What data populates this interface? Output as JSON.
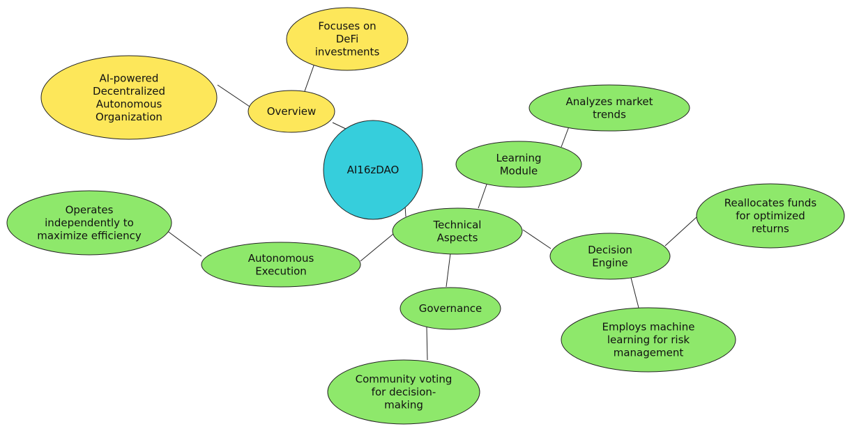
{
  "colors": {
    "root": "#36cedc",
    "overview": "#fde75a",
    "technical": "#8ee86b",
    "stroke": "#222222",
    "edge": "#222222"
  },
  "nodes": {
    "root": {
      "lines": [
        "AI16zDAO"
      ],
      "group": "root"
    },
    "overview": {
      "lines": [
        "Overview"
      ],
      "group": "overview"
    },
    "ai_powered": {
      "lines": [
        "AI-powered",
        "Decentralized",
        "Autonomous",
        "Organization"
      ],
      "group": "overview"
    },
    "defi": {
      "lines": [
        "Focuses on",
        "DeFi",
        "investments"
      ],
      "group": "overview"
    },
    "technical": {
      "lines": [
        "Technical",
        "Aspects"
      ],
      "group": "technical"
    },
    "learning": {
      "lines": [
        "Learning",
        "Module"
      ],
      "group": "technical"
    },
    "analyzes": {
      "lines": [
        "Analyzes market",
        "trends"
      ],
      "group": "technical"
    },
    "decision": {
      "lines": [
        "Decision",
        "Engine"
      ],
      "group": "technical"
    },
    "reallocates": {
      "lines": [
        "Reallocates funds",
        "for optimized",
        "returns"
      ],
      "group": "technical"
    },
    "employs": {
      "lines": [
        "Employs machine",
        "learning for risk",
        "management"
      ],
      "group": "technical"
    },
    "governance": {
      "lines": [
        "Governance"
      ],
      "group": "technical"
    },
    "community": {
      "lines": [
        "Community voting",
        "for decision-",
        "making"
      ],
      "group": "technical"
    },
    "autonomous": {
      "lines": [
        "Autonomous",
        "Execution"
      ],
      "group": "technical"
    },
    "operates": {
      "lines": [
        "Operates",
        "independently to",
        "maximize efficiency"
      ],
      "group": "technical"
    }
  },
  "edges": [
    [
      "root",
      "overview"
    ],
    [
      "overview",
      "ai_powered"
    ],
    [
      "overview",
      "defi"
    ],
    [
      "root",
      "technical"
    ],
    [
      "technical",
      "learning"
    ],
    [
      "learning",
      "analyzes"
    ],
    [
      "technical",
      "decision"
    ],
    [
      "decision",
      "reallocates"
    ],
    [
      "decision",
      "employs"
    ],
    [
      "technical",
      "governance"
    ],
    [
      "governance",
      "community"
    ],
    [
      "technical",
      "autonomous"
    ],
    [
      "autonomous",
      "operates"
    ]
  ]
}
